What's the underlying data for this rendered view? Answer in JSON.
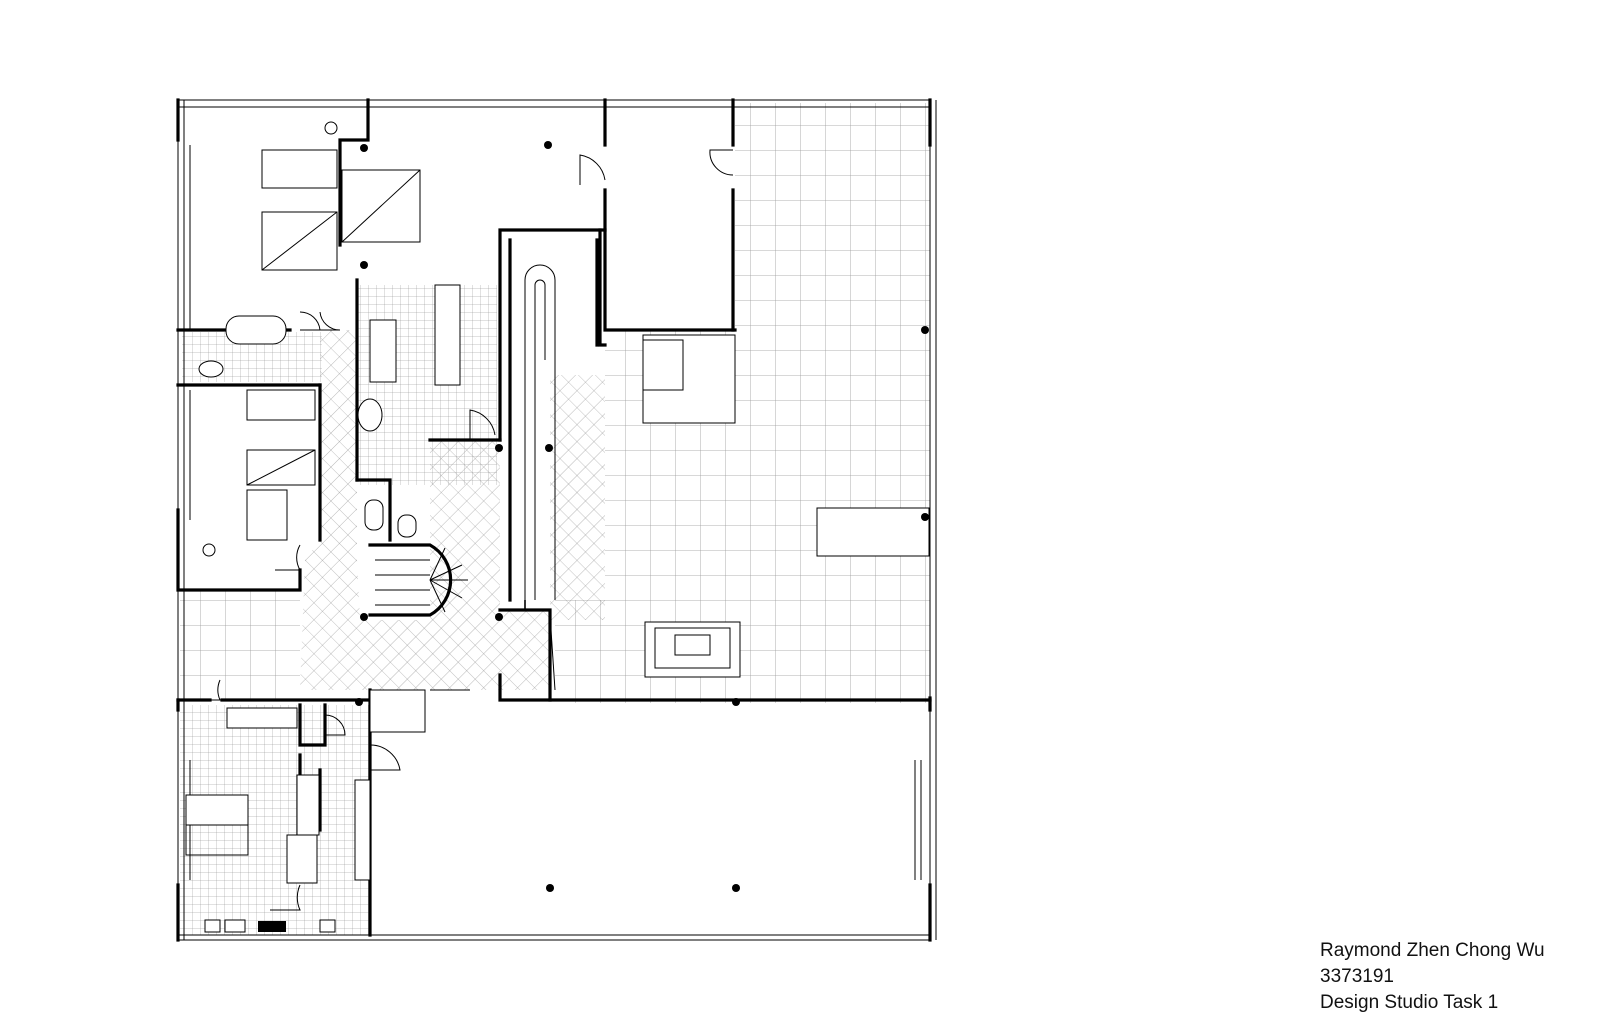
{
  "caption": {
    "author": "Raymond Zhen Chong Wu",
    "student_id": "3373191",
    "course": "Design Studio Task 1"
  },
  "colors": {
    "line": "#000000",
    "background": "#ffffff",
    "grid": "#888888"
  }
}
